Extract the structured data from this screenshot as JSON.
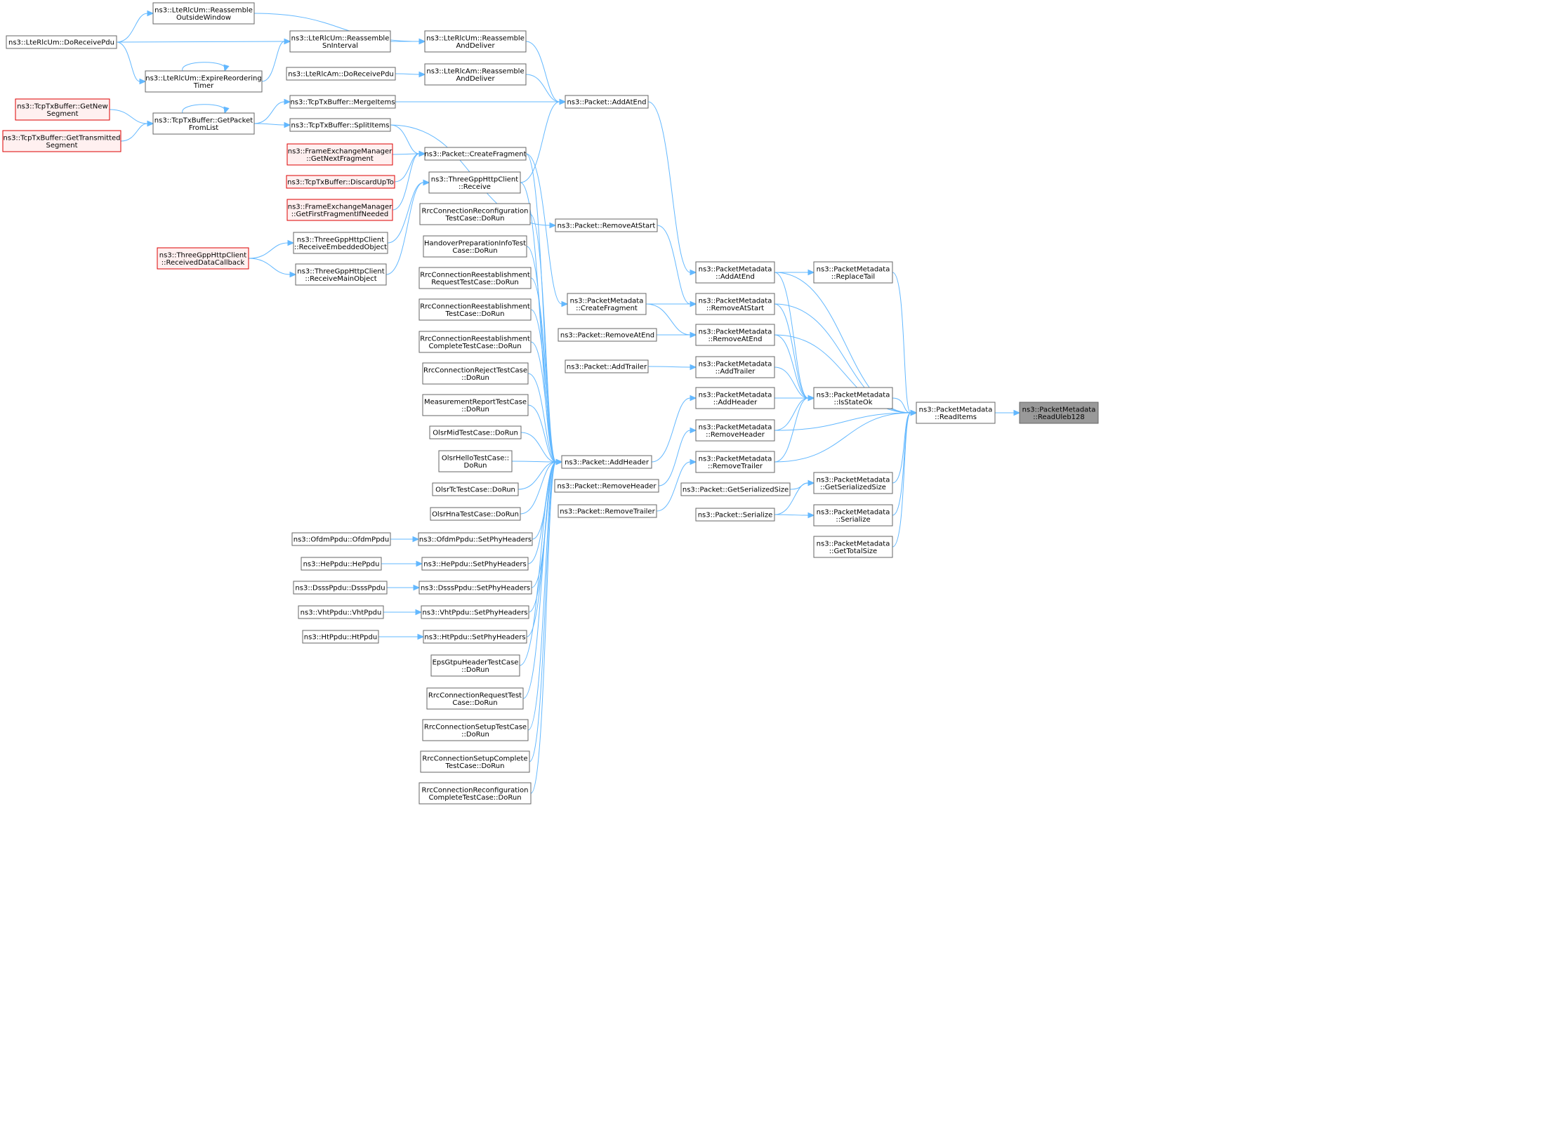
{
  "diagram": {
    "nodes": [
      {
        "id": "readuleb",
        "lines": [
          "ns3::PacketMetadata",
          "::ReadUleb128"
        ],
        "style": "root"
      },
      {
        "id": "readitems",
        "lines": [
          "ns3::PacketMetadata",
          "::ReadItems"
        ]
      },
      {
        "id": "replacetail",
        "lines": [
          "ns3::PacketMetadata",
          "::ReplaceTail"
        ]
      },
      {
        "id": "isstateok",
        "lines": [
          "ns3::PacketMetadata",
          "::IsStateOk"
        ]
      },
      {
        "id": "getsersize",
        "lines": [
          "ns3::PacketMetadata",
          "::GetSerializedSize"
        ]
      },
      {
        "id": "pmserialize",
        "lines": [
          "ns3::PacketMetadata",
          "::Serialize"
        ]
      },
      {
        "id": "gettotalsize",
        "lines": [
          "ns3::PacketMetadata",
          "::GetTotalSize"
        ]
      },
      {
        "id": "pmaddatend",
        "lines": [
          "ns3::PacketMetadata",
          "::AddAtEnd"
        ]
      },
      {
        "id": "pmremoveatstart",
        "lines": [
          "ns3::PacketMetadata",
          "::RemoveAtStart"
        ]
      },
      {
        "id": "pmremoveatend",
        "lines": [
          "ns3::PacketMetadata",
          "::RemoveAtEnd"
        ]
      },
      {
        "id": "pmaddtrailer",
        "lines": [
          "ns3::PacketMetadata",
          "::AddTrailer"
        ]
      },
      {
        "id": "pmaddheader",
        "lines": [
          "ns3::PacketMetadata",
          "::AddHeader"
        ]
      },
      {
        "id": "pmremoveheader",
        "lines": [
          "ns3::PacketMetadata",
          "::RemoveHeader"
        ]
      },
      {
        "id": "pmremovetrailer",
        "lines": [
          "ns3::PacketMetadata",
          "::RemoveTrailer"
        ]
      },
      {
        "id": "pktgetsersize",
        "lines": [
          "ns3::Packet::GetSerializedSize"
        ]
      },
      {
        "id": "pktserialize",
        "lines": [
          "ns3::Packet::Serialize"
        ]
      },
      {
        "id": "pktaddatend",
        "lines": [
          "ns3::Packet::AddAtEnd"
        ]
      },
      {
        "id": "pktremoveatstart",
        "lines": [
          "ns3::Packet::RemoveAtStart"
        ]
      },
      {
        "id": "pmcreatefragment",
        "lines": [
          "ns3::PacketMetadata",
          "::CreateFragment"
        ]
      },
      {
        "id": "pktremoveatend",
        "lines": [
          "ns3::Packet::RemoveAtEnd"
        ]
      },
      {
        "id": "pktaddtrailer",
        "lines": [
          "ns3::Packet::AddTrailer"
        ]
      },
      {
        "id": "pktaddheader",
        "lines": [
          "ns3::Packet::AddHeader"
        ]
      },
      {
        "id": "pktremoveheader",
        "lines": [
          "ns3::Packet::RemoveHeader"
        ]
      },
      {
        "id": "pktremovetrailer",
        "lines": [
          "ns3::Packet::RemoveTrailer"
        ]
      },
      {
        "id": "rlcumreasdeliver",
        "lines": [
          "ns3::LteRlcUm::Reassemble",
          "AndDeliver"
        ]
      },
      {
        "id": "rlcamreasdeliver",
        "lines": [
          "ns3::LteRlcAm::Reassemble",
          "AndDeliver"
        ]
      },
      {
        "id": "mergeitems",
        "lines": [
          "ns3::TcpTxBuffer::MergeItems"
        ]
      },
      {
        "id": "splititems",
        "lines": [
          "ns3::TcpTxBuffer::SplitItems"
        ]
      },
      {
        "id": "pktcreatefragment",
        "lines": [
          "ns3::Packet::CreateFragment"
        ]
      },
      {
        "id": "httpreceive",
        "lines": [
          "ns3::ThreeGppHttpClient",
          "::Receive"
        ]
      },
      {
        "id": "rlcumoutside",
        "lines": [
          "ns3::LteRlcUm::Reassemble",
          "OutsideWindow"
        ]
      },
      {
        "id": "rlcumsninterval",
        "lines": [
          "ns3::LteRlcUm::Reassemble",
          "SnInterval"
        ]
      },
      {
        "id": "rlcumdoreceive",
        "lines": [
          "ns3::LteRlcUm::DoReceivePdu"
        ]
      },
      {
        "id": "rlcumexpire",
        "lines": [
          "ns3::LteRlcUm::ExpireReordering",
          "Timer"
        ]
      },
      {
        "id": "rlcamdoreceive",
        "lines": [
          "ns3::LteRlcAm::DoReceivePdu"
        ]
      },
      {
        "id": "getpacketfromlist",
        "lines": [
          "ns3::TcpTxBuffer::GetPacket",
          "FromList"
        ]
      },
      {
        "id": "getnewsegment",
        "lines": [
          "ns3::TcpTxBuffer::GetNew",
          "Segment"
        ],
        "style": "red"
      },
      {
        "id": "gettransmitted",
        "lines": [
          "ns3::TcpTxBuffer::GetTransmitted",
          "Segment"
        ],
        "style": "red"
      },
      {
        "id": "femgetnext",
        "lines": [
          "ns3::FrameExchangeManager",
          "::GetNextFragment"
        ],
        "style": "red"
      },
      {
        "id": "discardupto",
        "lines": [
          "ns3::TcpTxBuffer::DiscardUpTo"
        ],
        "style": "red"
      },
      {
        "id": "femgetfirst",
        "lines": [
          "ns3::FrameExchangeManager",
          "::GetFirstFragmentIfNeeded"
        ],
        "style": "red"
      },
      {
        "id": "recvembedded",
        "lines": [
          "ns3::ThreeGppHttpClient",
          "::ReceiveEmbeddedObject"
        ]
      },
      {
        "id": "recvmain",
        "lines": [
          "ns3::ThreeGppHttpClient",
          "::ReceiveMainObject"
        ]
      },
      {
        "id": "recvdatacb",
        "lines": [
          "ns3::ThreeGppHttpClient",
          "::ReceivedDataCallback"
        ],
        "style": "red"
      },
      {
        "id": "t_rrcreconf",
        "lines": [
          "RrcConnectionReconfiguration",
          "TestCase::DoRun"
        ]
      },
      {
        "id": "t_handover",
        "lines": [
          "HandoverPreparationInfoTest",
          "Case::DoRun"
        ]
      },
      {
        "id": "t_reestreq",
        "lines": [
          "RrcConnectionReestablishment",
          "RequestTestCase::DoRun"
        ]
      },
      {
        "id": "t_reest",
        "lines": [
          "RrcConnectionReestablishment",
          "TestCase::DoRun"
        ]
      },
      {
        "id": "t_reestcomplete",
        "lines": [
          "RrcConnectionReestablishment",
          "CompleteTestCase::DoRun"
        ]
      },
      {
        "id": "t_reject",
        "lines": [
          "RrcConnectionRejectTestCase",
          "::DoRun"
        ]
      },
      {
        "id": "t_measreport",
        "lines": [
          "MeasurementReportTestCase",
          "::DoRun"
        ]
      },
      {
        "id": "t_olsrmid",
        "lines": [
          "OlsrMidTestCase::DoRun"
        ]
      },
      {
        "id": "t_olsrhello",
        "lines": [
          "OlsrHelloTestCase::",
          "DoRun"
        ]
      },
      {
        "id": "t_olsrtc",
        "lines": [
          "OlsrTcTestCase::DoRun"
        ]
      },
      {
        "id": "t_olsrhna",
        "lines": [
          "OlsrHnaTestCase::DoRun"
        ]
      },
      {
        "id": "ofdmset",
        "lines": [
          "ns3::OfdmPpdu::SetPhyHeaders"
        ]
      },
      {
        "id": "heset",
        "lines": [
          "ns3::HePpdu::SetPhyHeaders"
        ]
      },
      {
        "id": "dsssset",
        "lines": [
          "ns3::DsssPpdu::SetPhyHeaders"
        ]
      },
      {
        "id": "vhtset",
        "lines": [
          "ns3::VhtPpdu::SetPhyHeaders"
        ]
      },
      {
        "id": "htset",
        "lines": [
          "ns3::HtPpdu::SetPhyHeaders"
        ]
      },
      {
        "id": "t_epsgtpu",
        "lines": [
          "EpsGtpuHeaderTestCase",
          "::DoRun"
        ]
      },
      {
        "id": "t_rrcrequest",
        "lines": [
          "RrcConnectionRequestTest",
          "Case::DoRun"
        ]
      },
      {
        "id": "t_rrcsetup",
        "lines": [
          "RrcConnectionSetupTestCase",
          "::DoRun"
        ]
      },
      {
        "id": "t_rrcsetupcomplete",
        "lines": [
          "RrcConnectionSetupComplete",
          "TestCase::DoRun"
        ]
      },
      {
        "id": "t_rrcreconfcomplete",
        "lines": [
          "RrcConnectionReconfiguration",
          "CompleteTestCase::DoRun"
        ]
      },
      {
        "id": "ofdmctor",
        "lines": [
          "ns3::OfdmPpdu::OfdmPpdu"
        ]
      },
      {
        "id": "hector",
        "lines": [
          "ns3::HePpdu::HePpdu"
        ]
      },
      {
        "id": "dsssctor",
        "lines": [
          "ns3::DsssPpdu::DsssPpdu"
        ]
      },
      {
        "id": "vhtctor",
        "lines": [
          "ns3::VhtPpdu::VhtPpdu"
        ]
      },
      {
        "id": "htctor",
        "lines": [
          "ns3::HtPpdu::HtPpdu"
        ]
      }
    ],
    "edges": [
      [
        "readitems",
        "readuleb"
      ],
      [
        "replacetail",
        "readitems"
      ],
      [
        "isstateok",
        "readitems"
      ],
      [
        "getsersize",
        "readitems"
      ],
      [
        "pmserialize",
        "readitems"
      ],
      [
        "gettotalsize",
        "readitems"
      ],
      [
        "pmaddatend",
        "readitems"
      ],
      [
        "pmremoveatstart",
        "readitems"
      ],
      [
        "pmremoveatend",
        "readitems"
      ],
      [
        "pmremoveheader",
        "readitems"
      ],
      [
        "pmremovetrailer",
        "readitems"
      ],
      [
        "pmaddatend",
        "replacetail"
      ],
      [
        "pmaddatend",
        "isstateok"
      ],
      [
        "pmremoveatstart",
        "isstateok"
      ],
      [
        "pmremoveatend",
        "isstateok"
      ],
      [
        "pmaddtrailer",
        "isstateok"
      ],
      [
        "pmaddheader",
        "isstateok"
      ],
      [
        "pmremoveheader",
        "isstateok"
      ],
      [
        "pmremovetrailer",
        "isstateok"
      ],
      [
        "pktgetsersize",
        "getsersize"
      ],
      [
        "pktserialize",
        "getsersize"
      ],
      [
        "pktserialize",
        "pmserialize"
      ],
      [
        "pktaddatend",
        "pmaddatend"
      ],
      [
        "pktremoveatstart",
        "pmremoveatstart"
      ],
      [
        "pmcreatefragment",
        "pmremoveatstart"
      ],
      [
        "pmcreatefragment",
        "pmremoveatend"
      ],
      [
        "pktremoveatend",
        "pmremoveatend"
      ],
      [
        "pktaddtrailer",
        "pmaddtrailer"
      ],
      [
        "pktaddheader",
        "pmaddheader"
      ],
      [
        "pktremoveheader",
        "pmremoveheader"
      ],
      [
        "pktremovetrailer",
        "pmremovetrailer"
      ],
      [
        "splititems",
        "pktremoveatstart"
      ],
      [
        "pktcreatefragment",
        "pmcreatefragment"
      ],
      [
        "rlcumreasdeliver",
        "pktaddatend"
      ],
      [
        "rlcamreasdeliver",
        "pktaddatend"
      ],
      [
        "mergeitems",
        "pktaddatend"
      ],
      [
        "httpreceive",
        "pktaddatend"
      ],
      [
        "rlcumoutside",
        "rlcumreasdeliver"
      ],
      [
        "rlcumsninterval",
        "rlcumreasdeliver"
      ],
      [
        "rlcumdoreceive",
        "rlcumoutside"
      ],
      [
        "rlcumdoreceive",
        "rlcumsninterval"
      ],
      [
        "rlcumdoreceive",
        "rlcumexpire"
      ],
      [
        "rlcumexpire",
        "rlcumsninterval"
      ],
      [
        "rlcumexpire",
        "rlcumexpire"
      ],
      [
        "rlcamdoreceive",
        "rlcamreasdeliver"
      ],
      [
        "getpacketfromlist",
        "mergeitems"
      ],
      [
        "getpacketfromlist",
        "splititems"
      ],
      [
        "getpacketfromlist",
        "getpacketfromlist"
      ],
      [
        "getnewsegment",
        "getpacketfromlist"
      ],
      [
        "gettransmitted",
        "getpacketfromlist"
      ],
      [
        "splititems",
        "pktcreatefragment"
      ],
      [
        "femgetnext",
        "pktcreatefragment"
      ],
      [
        "discardupto",
        "pktcreatefragment"
      ],
      [
        "femgetfirst",
        "pktcreatefragment"
      ],
      [
        "recvembedded",
        "httpreceive"
      ],
      [
        "recvmain",
        "httpreceive"
      ],
      [
        "recvdatacb",
        "recvembedded"
      ],
      [
        "recvdatacb",
        "recvmain"
      ],
      [
        "pktcreatefragment",
        "pktaddheader"
      ],
      [
        "httpreceive",
        "pktaddheader"
      ],
      [
        "t_rrcreconf",
        "pktaddheader"
      ],
      [
        "t_handover",
        "pktaddheader"
      ],
      [
        "t_reestreq",
        "pktaddheader"
      ],
      [
        "t_reest",
        "pktaddheader"
      ],
      [
        "t_reestcomplete",
        "pktaddheader"
      ],
      [
        "t_reject",
        "pktaddheader"
      ],
      [
        "t_measreport",
        "pktaddheader"
      ],
      [
        "t_olsrmid",
        "pktaddheader"
      ],
      [
        "t_olsrhello",
        "pktaddheader"
      ],
      [
        "t_olsrtc",
        "pktaddheader"
      ],
      [
        "t_olsrhna",
        "pktaddheader"
      ],
      [
        "ofdmset",
        "pktaddheader"
      ],
      [
        "heset",
        "pktaddheader"
      ],
      [
        "dsssset",
        "pktaddheader"
      ],
      [
        "vhtset",
        "pktaddheader"
      ],
      [
        "htset",
        "pktaddheader"
      ],
      [
        "t_epsgtpu",
        "pktaddheader"
      ],
      [
        "t_rrcrequest",
        "pktaddheader"
      ],
      [
        "t_rrcsetup",
        "pktaddheader"
      ],
      [
        "t_rrcsetupcomplete",
        "pktaddheader"
      ],
      [
        "t_rrcreconfcomplete",
        "pktaddheader"
      ],
      [
        "ofdmctor",
        "ofdmset"
      ],
      [
        "hector",
        "heset"
      ],
      [
        "dsssctor",
        "dsssset"
      ],
      [
        "vhtctor",
        "vhtset"
      ],
      [
        "htctor",
        "htset"
      ]
    ]
  }
}
